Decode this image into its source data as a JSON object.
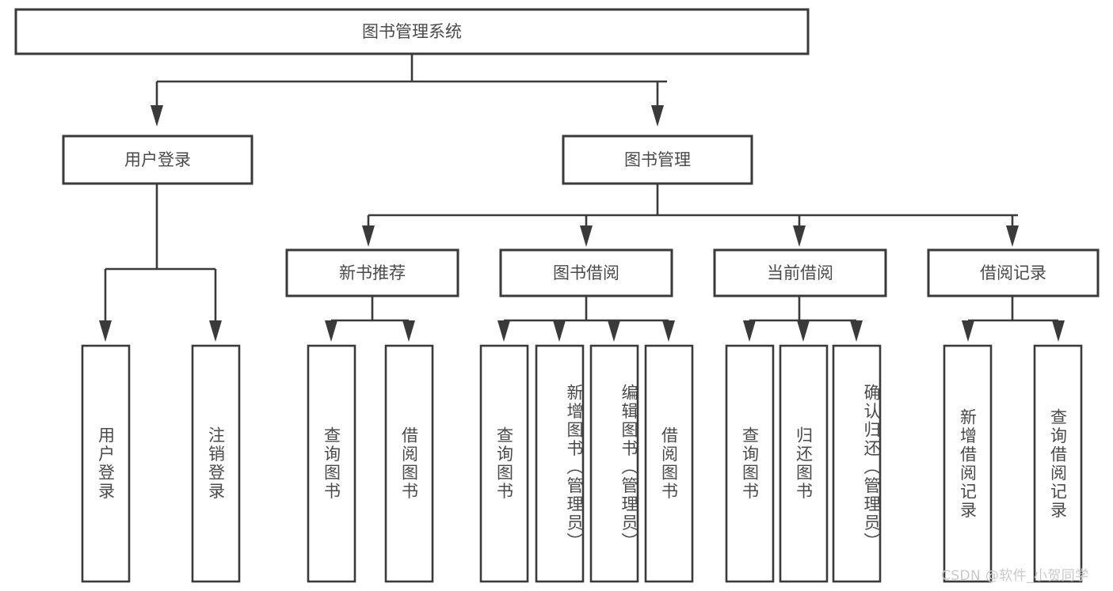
{
  "diagram": {
    "type": "tree-hierarchy",
    "title_label": "图书管理系统",
    "background_color": "#ffffff",
    "line_color": "#3a3a3a",
    "text_color": "#4a4a4a",
    "levels": {
      "root": {
        "label": "图书管理系统"
      },
      "level1": [
        {
          "label": "用户登录"
        },
        {
          "label": "图书管理"
        }
      ],
      "level2": [
        {
          "label": "新书推荐"
        },
        {
          "label": "图书借阅"
        },
        {
          "label": "当前借阅"
        },
        {
          "label": "借阅记录"
        }
      ],
      "leaves": {
        "user_login_children": [
          {
            "label": "用户登录"
          },
          {
            "label": "注销登录"
          }
        ],
        "new_book_children": [
          {
            "label": "查询图书"
          },
          {
            "label": "借阅图书"
          }
        ],
        "book_borrow_children": [
          {
            "label": "查询图书"
          },
          {
            "label": "新增图书（管理员）"
          },
          {
            "label": "编辑图书（管理员）"
          },
          {
            "label": "借阅图书"
          }
        ],
        "current_borrow_children": [
          {
            "label": "查询图书"
          },
          {
            "label": "归还图书"
          },
          {
            "label": "确认归还（管理员）"
          }
        ],
        "borrow_record_children": [
          {
            "label": "新增借阅记录"
          },
          {
            "label": "查询借阅记录"
          }
        ]
      }
    }
  },
  "watermark": {
    "text": "CSDN @软件_小贺同学"
  }
}
